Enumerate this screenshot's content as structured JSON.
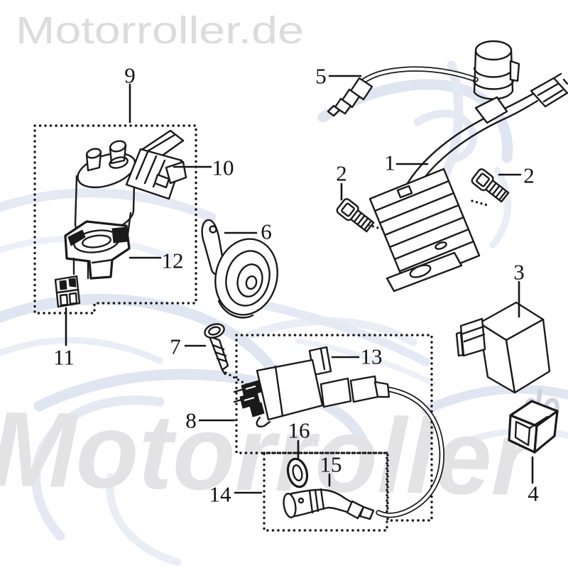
{
  "branding": {
    "header_logo": "Motorroller.de",
    "watermark_text": "Motorroller",
    "watermark_suffix": "de"
  },
  "colors": {
    "line_art": "#1a1a1a",
    "logo_gray": "#dcdcde",
    "watermark_gray": "#e3e3e5",
    "watermark_suffix_gray": "#ccd2e0",
    "swoosh_blue": "#dfe5f1",
    "swoosh_blue_light": "#e9edf6",
    "background": "#ffffff"
  },
  "diagram": {
    "labels": {
      "n1": "1",
      "n2": "2",
      "n3": "3",
      "n4": "4",
      "n5": "5",
      "n6": "6",
      "n7": "7",
      "n8": "8",
      "n9": "9",
      "n10": "10",
      "n11": "11",
      "n12": "12",
      "n13": "13",
      "n14": "14",
      "n15": "15",
      "n16": "16"
    }
  }
}
